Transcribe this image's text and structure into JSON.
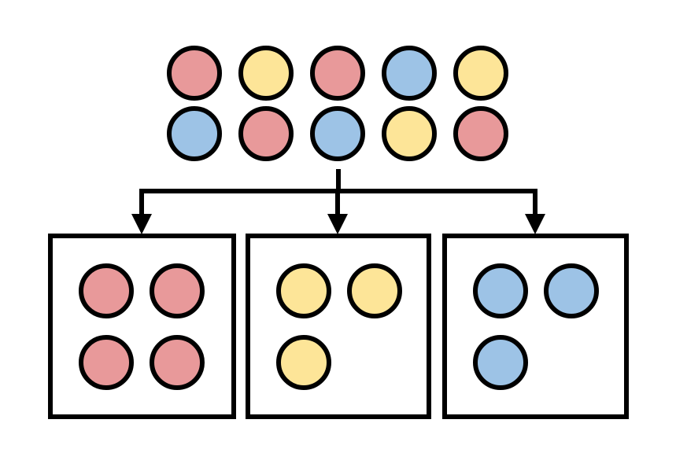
{
  "colors": {
    "red": "#e8999a",
    "yellow": "#fde598",
    "blue": "#9dc3e6",
    "stroke": "#000000",
    "background": "#ffffff"
  },
  "source": {
    "rows": [
      [
        "red",
        "yellow",
        "red",
        "blue",
        "yellow"
      ],
      [
        "blue",
        "red",
        "blue",
        "yellow",
        "red"
      ]
    ]
  },
  "groups": [
    {
      "color": "red",
      "count": 4
    },
    {
      "color": "yellow",
      "count": 3
    },
    {
      "color": "blue",
      "count": 3
    }
  ]
}
